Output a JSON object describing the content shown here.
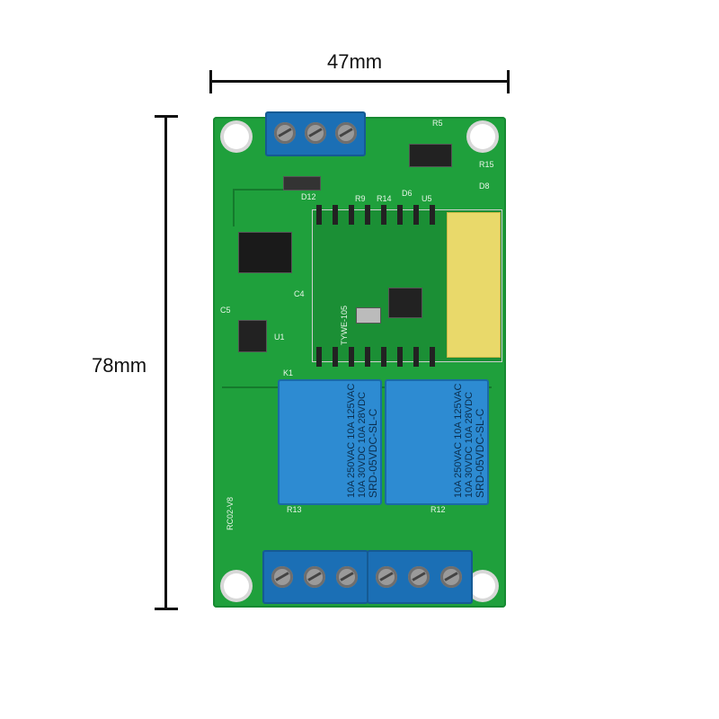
{
  "dimensions": {
    "width_label": "47mm",
    "height_label": "78mm"
  },
  "board": {
    "relay_text": [
      "10A 250VAC 10A 125VAC",
      "10A 30VDC 10A 28VDC",
      "SRD-05VDC-SL-C"
    ],
    "silkscreen": {
      "board_id": "RC02-V8",
      "k1": "K1",
      "r13": "R13",
      "r12": "R12",
      "u1": "U1",
      "u5": "U5",
      "d6": "D6",
      "r9": "R9",
      "r14": "R14",
      "r5": "R5",
      "r15": "R15",
      "d8": "D8",
      "d12": "D12",
      "c4": "C4",
      "c5": "C5",
      "module_id": "TYWE-105"
    }
  },
  "colors": {
    "board": "#1fa03c",
    "terminal": "#1b6fb5",
    "relay": "#2d8bd2",
    "antenna": "#e9d96a"
  }
}
